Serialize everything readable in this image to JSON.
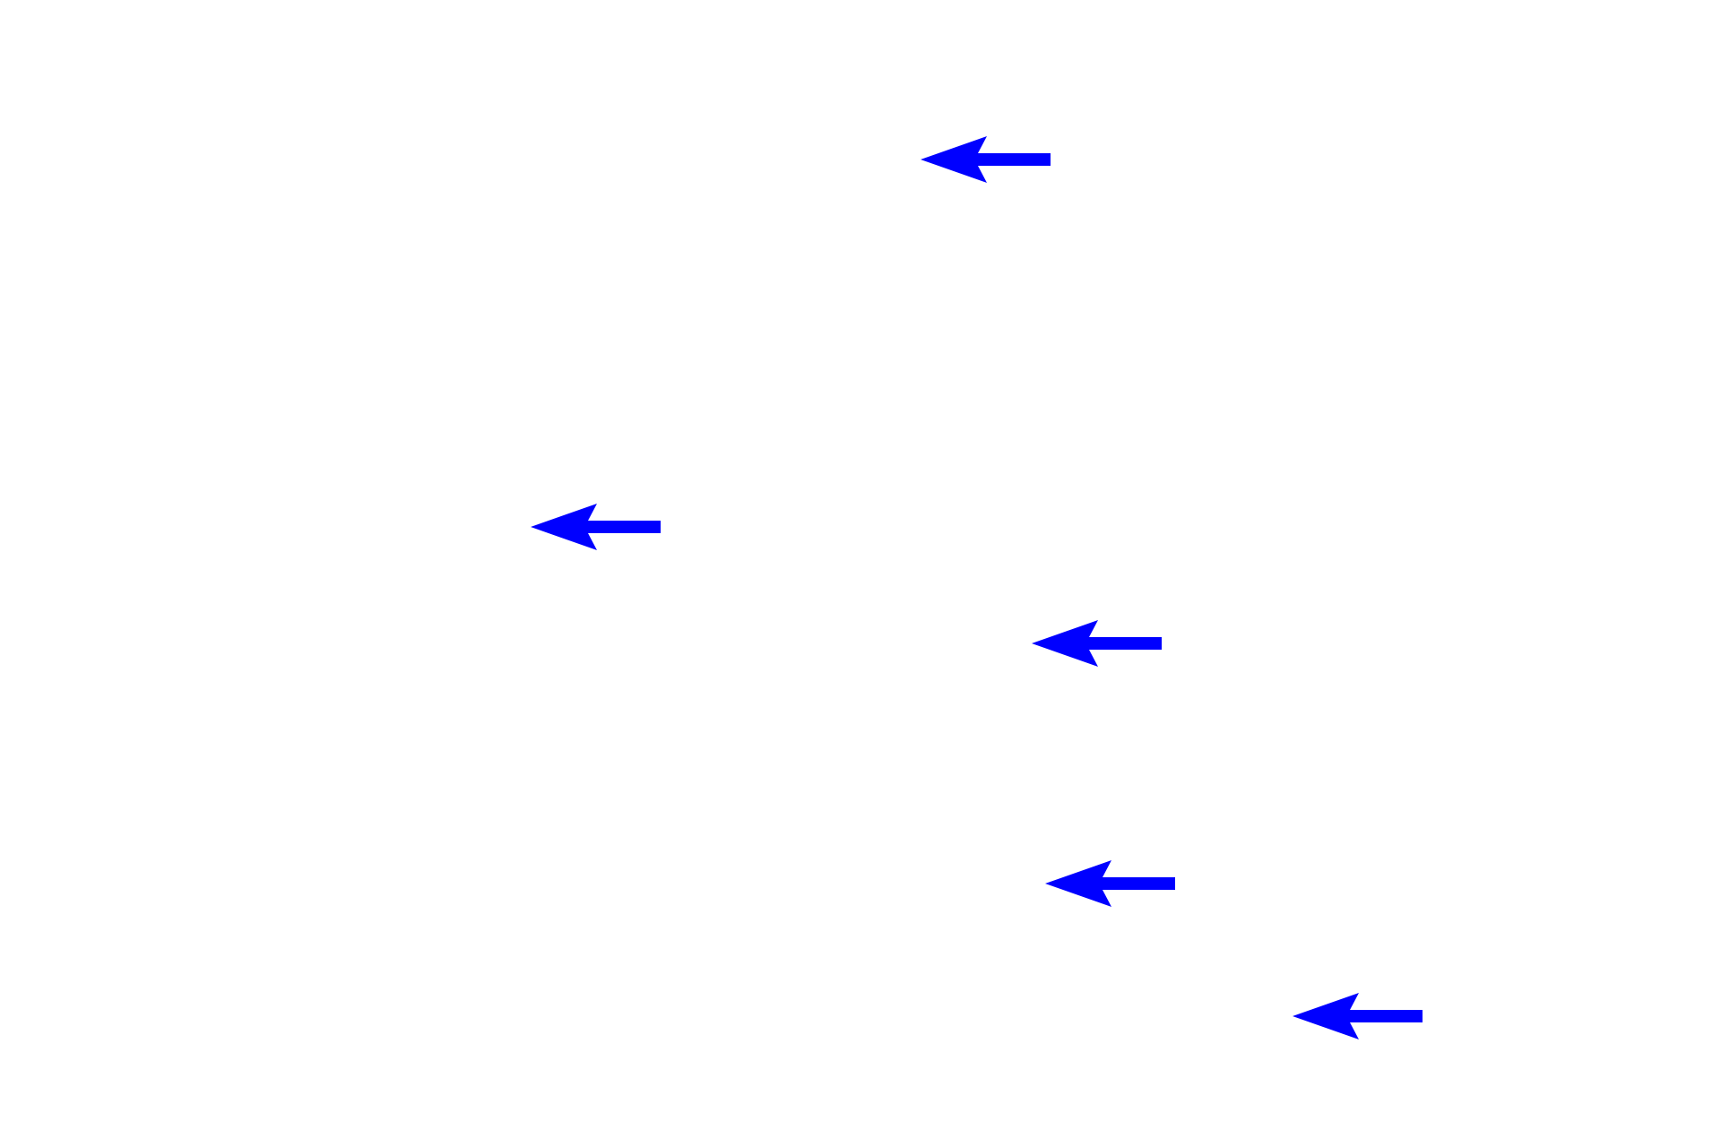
{
  "canvas": {
    "background_color": "#ffffff"
  },
  "arrows": {
    "color": "#0000ff",
    "items": [
      {
        "direction": "left"
      },
      {
        "direction": "left"
      },
      {
        "direction": "left"
      },
      {
        "direction": "left"
      },
      {
        "direction": "left"
      }
    ]
  }
}
